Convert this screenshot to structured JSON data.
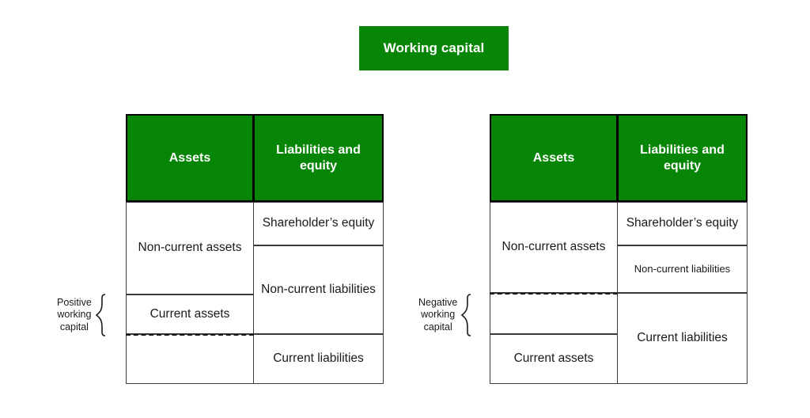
{
  "banner": {
    "title": "Working capital",
    "background": "#078507",
    "text_color": "#ffffff"
  },
  "colors": {
    "header_green": "#078507",
    "cell_border": "#3a3a3a",
    "outer_border": "#000000",
    "text": "#1a1a1a"
  },
  "sheets": [
    {
      "id": "positive",
      "annotation": "Positive\nworking\ncapital",
      "assets": {
        "header": "Assets",
        "rows": [
          {
            "label": "Non-current assets"
          },
          {
            "label": "Current assets"
          },
          {
            "label": ""
          }
        ]
      },
      "liabilities": {
        "header": "Liabilities and equity",
        "rows": [
          {
            "label": "Shareholder’s equity"
          },
          {
            "label": "Non-current liabilities"
          },
          {
            "label": "Current liabilities"
          }
        ]
      }
    },
    {
      "id": "negative",
      "annotation": "Negative\nworking\ncapital",
      "assets": {
        "header": "Assets",
        "rows": [
          {
            "label": "Non-current assets"
          },
          {
            "label": ""
          },
          {
            "label": "Current assets"
          }
        ]
      },
      "liabilities": {
        "header": "Liabilities and equity",
        "rows": [
          {
            "label": "Shareholder’s equity"
          },
          {
            "label": "Non-current liabilities"
          },
          {
            "label": "Current liabilities"
          }
        ]
      }
    }
  ]
}
